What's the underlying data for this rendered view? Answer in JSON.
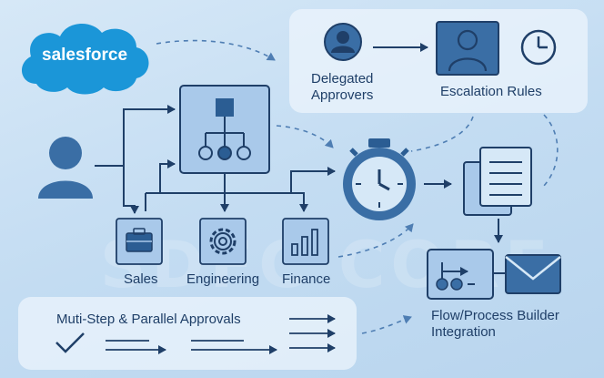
{
  "brand": {
    "name": "salesforce",
    "color": "#1b96d8"
  },
  "colors": {
    "ink": "#1f3f68",
    "accent": "#3a6ea5",
    "tile": "#a9c9ea"
  },
  "top_panel": {
    "delegated": "Delegated Approvers",
    "delegated_l1": "Delegated",
    "delegated_l2": "Approvers",
    "escalation": "Escalation Rules"
  },
  "departments": [
    {
      "label": "Sales",
      "icon": "briefcase-icon"
    },
    {
      "label": "Engineering",
      "icon": "gear-icon"
    },
    {
      "label": "Finance",
      "icon": "bar-chart-icon"
    }
  ],
  "bottom_panel": {
    "title": "Muti-Step & Parallel Approvals"
  },
  "integration": {
    "label": "Flow/Process Builder Integration",
    "label_l1": "Flow/Process Builder",
    "label_l2": "Integration"
  },
  "watermark": "SDFC CORE"
}
